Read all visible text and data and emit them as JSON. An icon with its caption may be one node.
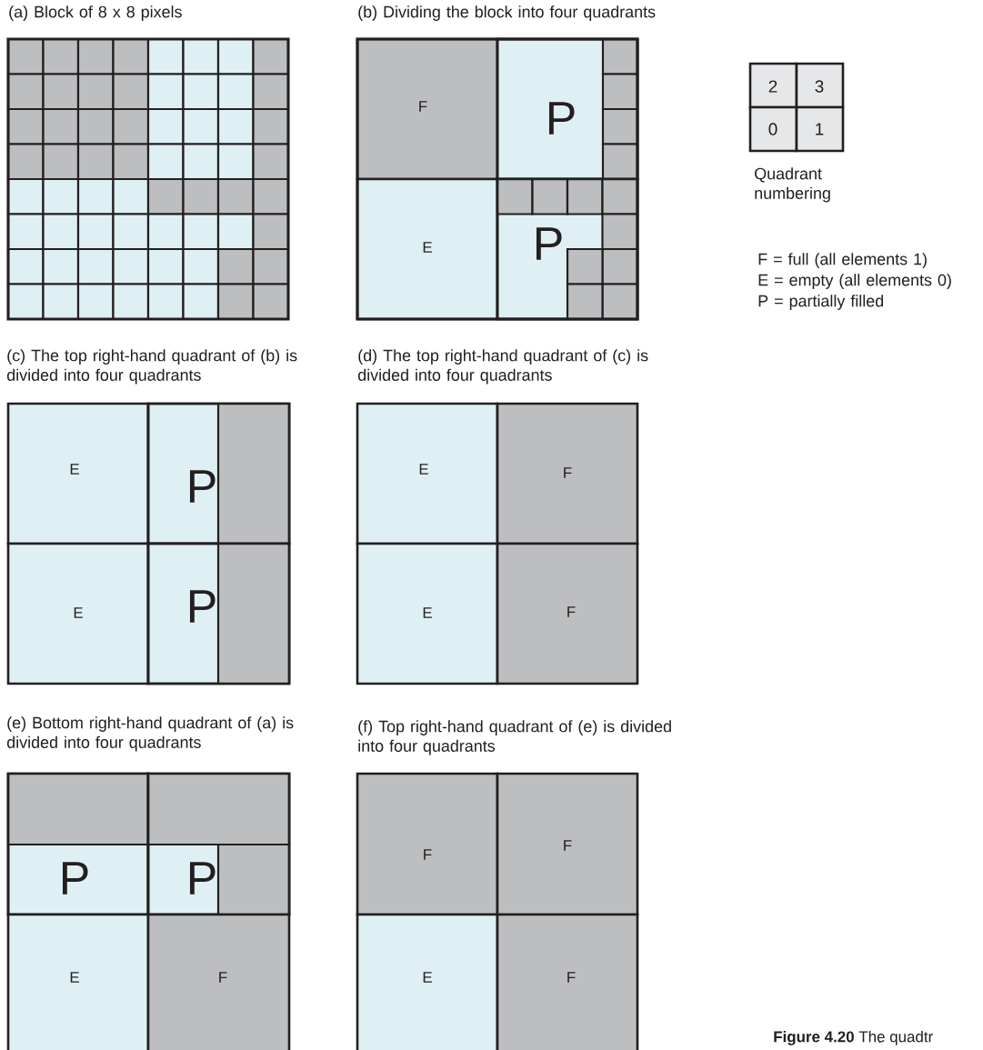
{
  "diagram": {
    "caption": "**Figure 4.20** The quadtr",
    "nodes": [
      {
        "text": [
          "F"
        ]
      },
      {
        "text": [
          "P"
        ]
      },
      {
        "text": [
          "E"
        ]
      },
      {
        "text": [
          "P"
        ]
      },
      {
        "text": [
          "2"
        ]
      },
      {
        "text": [
          "3"
        ]
      },
      {
        "text": [
          "0"
        ]
      },
      {
        "text": [
          "1"
        ]
      },
      {
        "text": [
          "E"
        ]
      },
      {
        "text": [
          "P"
        ]
      },
      {
        "text": [
          "E"
        ]
      },
      {
        "text": [
          "P"
        ]
      },
      {
        "text": [
          "E"
        ]
      },
      {
        "text": [
          "F"
        ]
      },
      {
        "text": [
          "E"
        ]
      },
      {
        "text": [
          "F"
        ]
      },
      {
        "text": [
          "P"
        ]
      },
      {
        "text": [
          "P"
        ]
      },
      {
        "text": [
          "E"
        ]
      },
      {
        "text": [
          "F"
        ]
      },
      {
        "text": [
          "F"
        ]
      },
      {
        "text": [
          "F"
        ]
      },
      {
        "text": [
          "E"
        ]
      },
      {
        "text": [
          "F"
        ]
      }
    ],
    "labels": [
      "(a) Block of 8 x 8 pixels",
      "(b) Dividing the block into four quadrants",
      "Quadrant numbering",
      "F = full (all elements 1)",
      "E = empty (all elements 0)",
      "P = partially filled",
      "(c) The top right-hand quadrant of (b) is divided into four quadrants",
      "(d) The top right-hand quadrant of (c) is divided into four quadrants",
      "(e) Bottom right-hand quadrant of (a) is divided into four quadrants",
      "(f) Top right-hand quadrant of (e) is divided into four quadrants"
    ]
  }
}
